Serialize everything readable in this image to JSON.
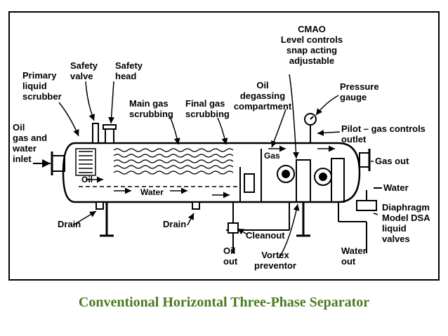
{
  "colors": {
    "caption": "#4a7a1e",
    "ink": "#000000",
    "frame_bg": "#ffffff"
  },
  "caption": "Conventional Horizontal Three-Phase Separator",
  "labels": {
    "primary_liquid_scrubber": [
      "Primary",
      "liquid",
      "scrubber"
    ],
    "safety_valve": [
      "Safety",
      "valve"
    ],
    "safety_head": [
      "Safety",
      "head"
    ],
    "main_gas_scrubbing": [
      "Main gas",
      "scrubbing"
    ],
    "final_gas_scrubbing": [
      "Final gas",
      "scrubbing"
    ],
    "oil_degassing": [
      "Oil",
      "degassing",
      "compartment"
    ],
    "cmao": [
      "CMAO",
      "Level controls",
      "snap acting",
      "adjustable"
    ],
    "pressure_gauge": [
      "Pressure",
      "gauge"
    ],
    "pilot_gas": [
      "Pilot – gas controls",
      "outlet"
    ],
    "inlet": [
      "Oil",
      "gas and",
      "water",
      "inlet"
    ],
    "gas_inside": "Gas",
    "oil_inside": "Oil",
    "water_inside": "Water",
    "gas_out": "Gas out",
    "water_right": "Water",
    "diaphragm": [
      "Diaphragm",
      "Model DSA",
      "liquid",
      "valves"
    ],
    "drain_left": "Drain",
    "drain_mid": "Drain",
    "cleanout": "Cleanout",
    "oil_out": [
      "Oil",
      "out"
    ],
    "vortex": [
      "Vortex",
      "preventor"
    ],
    "water_out": [
      "Water",
      "out"
    ]
  }
}
